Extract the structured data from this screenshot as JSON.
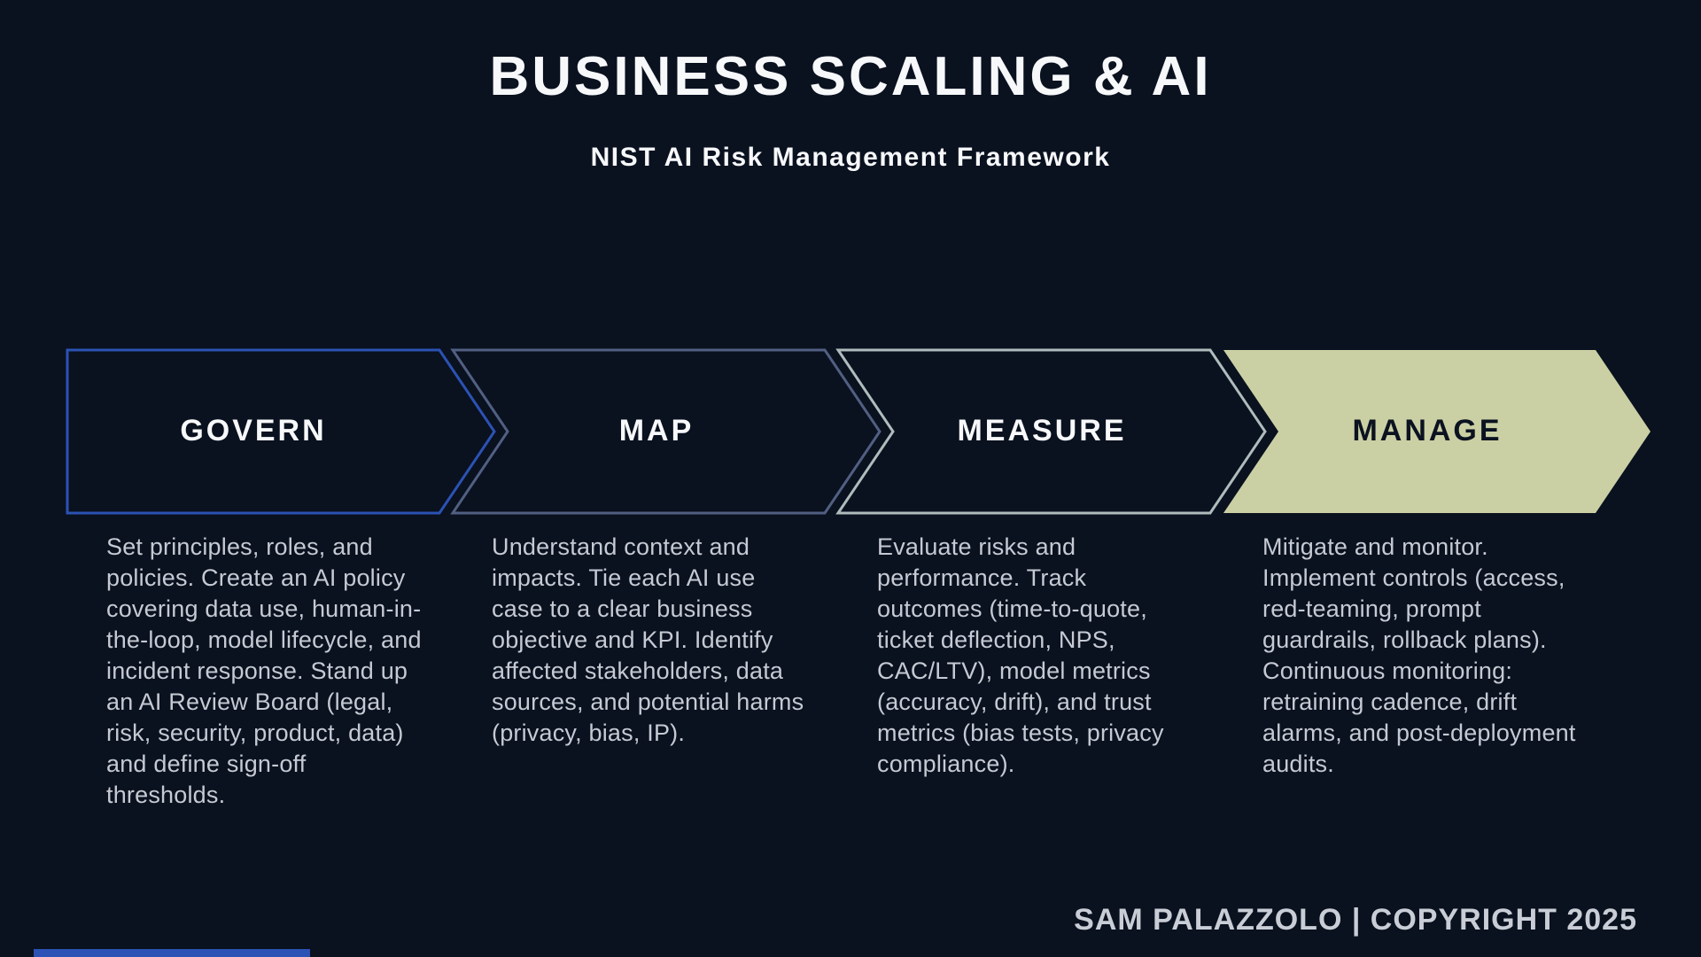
{
  "header": {
    "title": "BUSINESS SCALING & AI",
    "subtitle": "NIST AI Risk Management Framework"
  },
  "framework": {
    "stages": [
      {
        "label": "GOVERN",
        "description": "Set principles, roles, and policies. Create an AI policy covering data use, human-in-the-loop, model lifecycle, and incident response. Stand up an AI Review Board (legal, risk, security, product, data) and define sign-off thresholds."
      },
      {
        "label": "MAP",
        "description": "Understand context and impacts. Tie each AI use case to a clear business objective and KPI. Identify affected stakeholders, data sources, and potential harms (privacy, bias, IP)."
      },
      {
        "label": "MEASURE",
        "description": "Evaluate risks and performance. Track outcomes (time-to-quote, ticket deflection, NPS, CAC/LTV), model metrics (accuracy, drift), and trust metrics (bias tests, privacy compliance)."
      },
      {
        "label": "MANAGE",
        "description": "Mitigate and monitor. Implement controls (access, red-teaming, prompt guardrails, rollback plans). Continuous monitoring: retraining cadence, drift alarms, and post-deployment audits."
      }
    ]
  },
  "footer": {
    "credit": "SAM PALAZZOLO | COPYRIGHT 2025"
  },
  "colors": {
    "background": "#0a111f",
    "govern_border": "#2b52b4",
    "map_border": "#515f82",
    "measure_border": "#aebcbd",
    "manage_fill": "#cbd0a4",
    "body_text": "#c5cad3",
    "heading_text": "#f7f8fa",
    "footer_text": "#c9cdd6",
    "accent_bar": "#2b52b4"
  }
}
